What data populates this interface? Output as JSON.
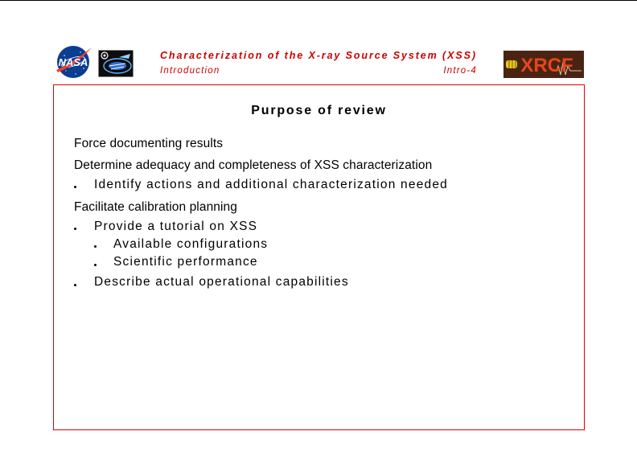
{
  "header": {
    "title": "Characterization of the X-ray Source System (XSS)",
    "section": "Introduction",
    "page": "Intro-4",
    "logos": {
      "left_primary": "NASA",
      "right": "XRCF"
    }
  },
  "slide": {
    "title": "Purpose of review",
    "items": [
      {
        "level": 1,
        "text": "Force documenting results"
      },
      {
        "level": 1,
        "text": "Determine adequacy and completeness of XSS characterization"
      },
      {
        "level": 2,
        "text": "Identify actions and additional characterization needed"
      },
      {
        "level": 1,
        "text": "Facilitate calibration planning"
      },
      {
        "level": 2,
        "text": "Provide a tutorial on XSS"
      },
      {
        "level": 3,
        "text": "Available configurations"
      },
      {
        "level": 3,
        "text": "Scientific performance"
      },
      {
        "level": 2,
        "text": "Describe actual operational capabilities"
      }
    ]
  },
  "colors": {
    "accent": "#cc0000",
    "frame": "#dd0000",
    "nasa_blue": "#0b3d91",
    "nasa_red": "#fc3d21",
    "xrcf_background": "#4a2412",
    "xrcf_letters": "#e8461c"
  }
}
